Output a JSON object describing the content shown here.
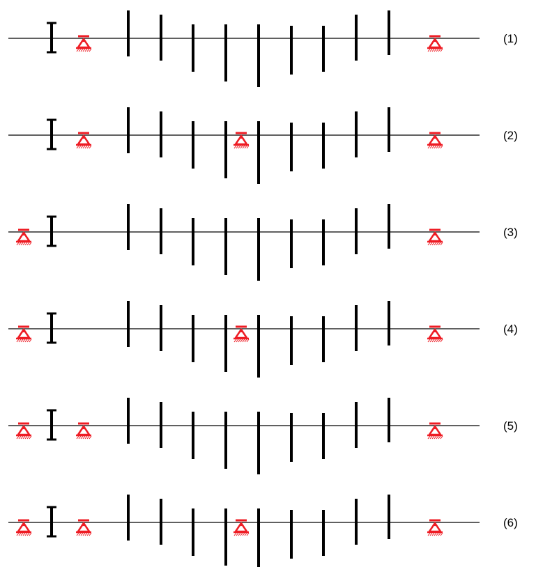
{
  "colors": {
    "shaft": "#000000",
    "disk": "#000000",
    "bearing": "#ee1c24",
    "background": "#ffffff"
  },
  "icons": {
    "bearing": "pin-support-icon",
    "coupling": "i-beam-coupling-icon"
  },
  "configurations": [
    {
      "label": "(1)",
      "bearings": [
        "right-of-coupling",
        "right-end"
      ]
    },
    {
      "label": "(2)",
      "bearings": [
        "right-of-coupling",
        "mid-span",
        "right-end"
      ]
    },
    {
      "label": "(3)",
      "bearings": [
        "left-end",
        "right-end"
      ]
    },
    {
      "label": "(4)",
      "bearings": [
        "left-end",
        "mid-span",
        "right-end"
      ]
    },
    {
      "label": "(5)",
      "bearings": [
        "left-end",
        "right-of-coupling",
        "right-end"
      ]
    },
    {
      "label": "(6)",
      "bearings": [
        "left-end",
        "right-of-coupling",
        "mid-span",
        "right-end"
      ]
    }
  ]
}
